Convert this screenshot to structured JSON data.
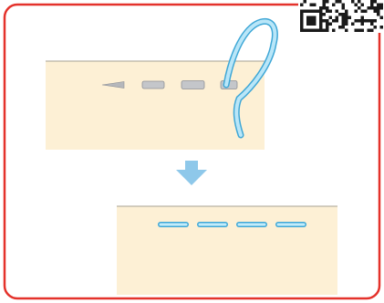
{
  "diagram": {
    "frame_color": "#e4322b",
    "fabric_color": "#fdf0d5",
    "fabric_edge_color": "#b9b2a5",
    "thread_color": "#8fd3ef",
    "thread_outline_color": "#3fa7d6",
    "arrow_color": "#8ec8ea",
    "needle_color": "#b5b7bb",
    "qr_color": "#1a1a1a",
    "steps": [
      {
        "stage": "before",
        "stitch_count": 4,
        "icon": "needle-with-thread-icon"
      },
      {
        "stage": "after",
        "stitch_count": 4,
        "icon": "finished-stitches-icon"
      }
    ],
    "transition_icon": "down-arrow-icon",
    "corner_badge_icon": "qr-code-icon"
  }
}
